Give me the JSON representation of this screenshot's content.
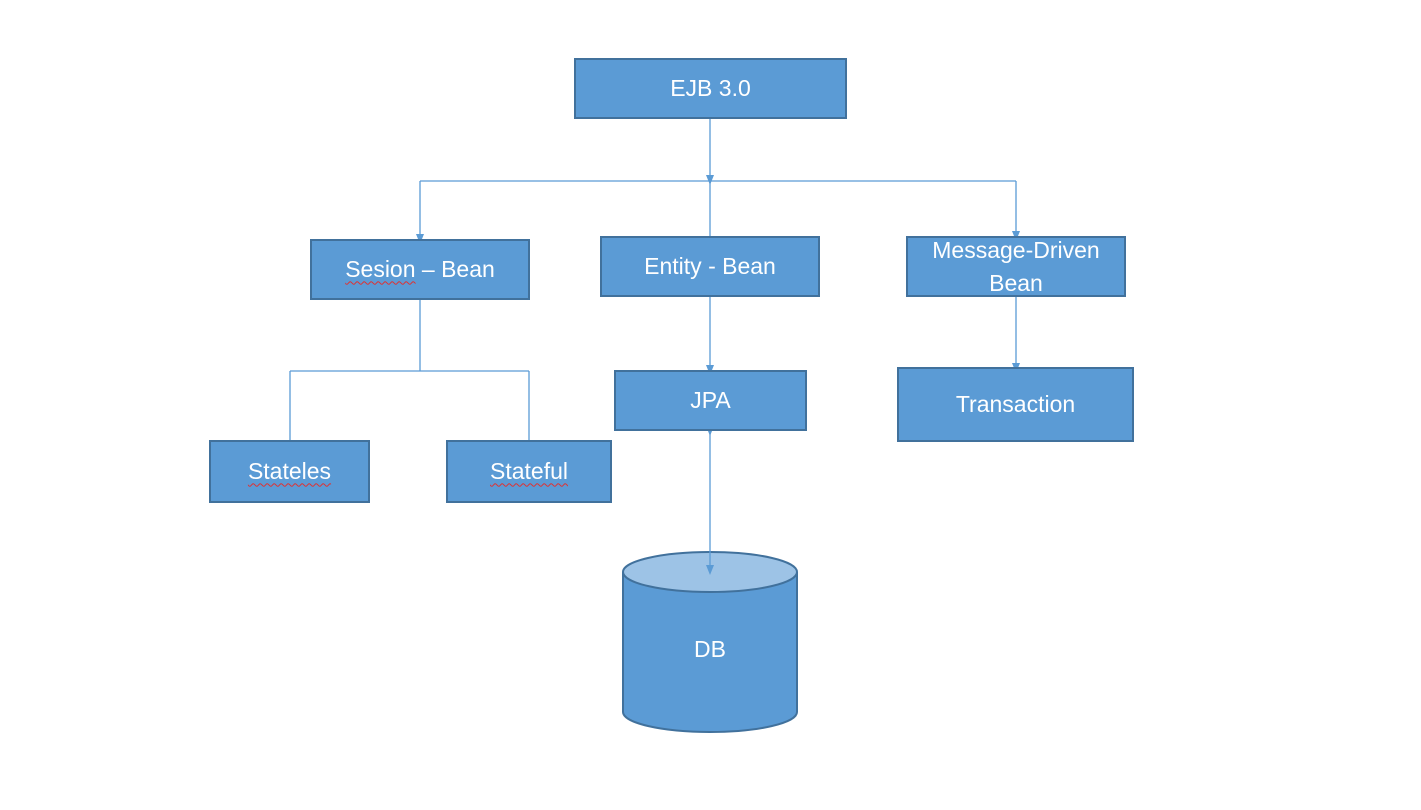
{
  "nodes": {
    "root": "EJB 3.0",
    "session_bean_word": "Sesion",
    "session_bean_rest": " – Bean",
    "entity_bean": "Entity - Bean",
    "message_driven_bean_line1": "Message-Driven",
    "message_driven_bean_line2": "Bean",
    "stateless": "Stateles",
    "stateful": "Stateful",
    "jpa": "JPA",
    "transaction": "Transaction",
    "db": "DB"
  },
  "colors": {
    "box_fill": "#5b9bd5",
    "box_border": "#41719c",
    "connector": "#5b9bd5",
    "db_top": "#9dc3e6",
    "text": "#ffffff",
    "spellcheck_underline": "#e03030"
  }
}
